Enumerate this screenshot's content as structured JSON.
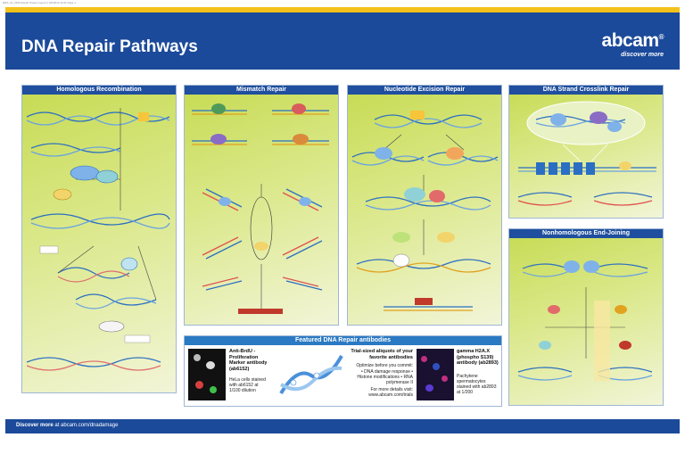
{
  "print_header": "DRS_A1_DNA Repair Poster Layout 1  2/6/2012 11:01 Page 1",
  "header": {
    "title": "DNA Repair Pathways",
    "logo_brand": "abcam",
    "logo_reg": "®",
    "logo_tagline": "discover more"
  },
  "panels": {
    "homologous": "Homologous Recombination",
    "mismatch": "Mismatch Repair",
    "nucleotide": "Nucleotide Excision Repair",
    "crosslink": "DNA Strand Crosslink Repair",
    "nhej": "Nonhomologous End-Joining"
  },
  "antibodies": {
    "heading": "Featured DNA Repair antibodies",
    "brdu_title": "Anti-BrdU - Proliferation Marker antibody (ab6152)",
    "brdu_desc": "HeLa cells stained with ab6152 at 1/100 dilution",
    "trial_title": "Trial-sized aliquots of your favorite antibodies",
    "trial_desc": "Optimize before you commit:",
    "trial_items": "• DNA damage response  • Histone modifications  • RNA polymerase II",
    "trial_more": "For more details visit: www.abcam.com/trials",
    "gamma_title": "gamma H2A.X (phospho S139) antibody (ab2893)",
    "gamma_desc": "Pachytene spermatocytes stained with ab2893 at 1/200"
  },
  "footer": {
    "discover": "Discover more",
    "url_text": "at abcam.com/dnadamage"
  },
  "colors": {
    "header_blue": "#1b4a9a",
    "yellow_strip": "#f3c21a",
    "panel_green": "#c6db52",
    "panel_head": "#1f4f9e"
  }
}
